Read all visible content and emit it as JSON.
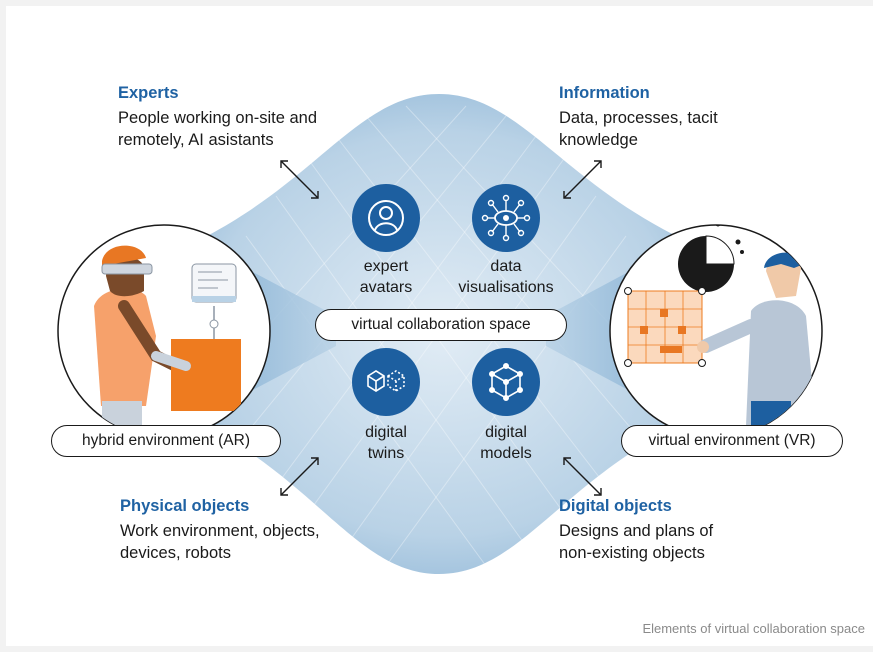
{
  "categories": {
    "experts": {
      "title": "Experts",
      "desc1": "People working on-site and",
      "desc2": "remotely, AI asistants"
    },
    "information": {
      "title": "Information",
      "desc1": "Data, processes, tacit",
      "desc2": "knowledge"
    },
    "physical": {
      "title": "Physical objects",
      "desc1": "Work environment, objects,",
      "desc2": "devices, robots"
    },
    "digital": {
      "title": "Digital objects",
      "desc1": "Designs and plans of",
      "desc2": "non-existing objects"
    }
  },
  "elements": {
    "avatars": {
      "line1": "expert",
      "line2": "avatars",
      "icon": "person-icon"
    },
    "visualisations": {
      "line1": "data",
      "line2": "visualisations",
      "icon": "network-eye-icon"
    },
    "twins": {
      "line1": "digital",
      "line2": "twins",
      "icon": "twin-cubes-icon"
    },
    "models": {
      "line1": "digital",
      "line2": "models",
      "icon": "wireframe-cube-icon"
    }
  },
  "center_label": "virtual collaboration space",
  "environments": {
    "left": "hybrid environment (AR)",
    "right": "virtual environment (VR)"
  },
  "caption": "Elements of virtual collaboration space",
  "colors": {
    "accent_blue": "#1f62a3",
    "icon_blue": "#1d5fa0",
    "space_light": "#cfe0ee",
    "space_dark": "#8fb8d8",
    "figure_orange": "#ee7b1f",
    "figure_hair": "#e87723"
  }
}
